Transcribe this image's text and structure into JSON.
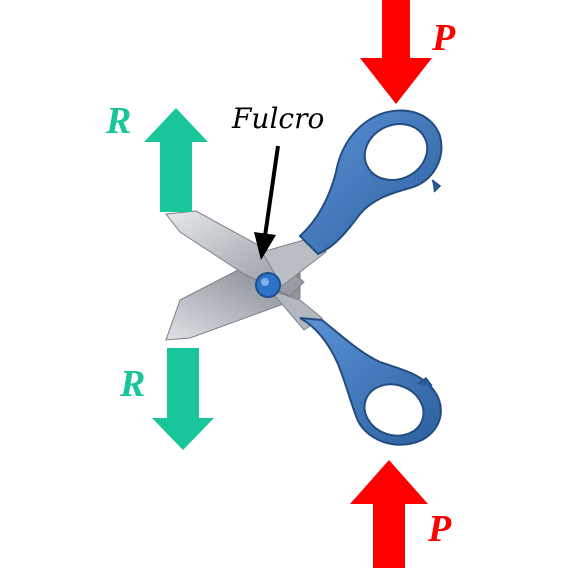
{
  "labels": {
    "effort_top": "P",
    "effort_bottom": "P",
    "resistance_top": "R",
    "resistance_bottom": "R",
    "fulcrum": "Fulcro"
  },
  "colors": {
    "effort_arrow": "#ff0000",
    "resistance_arrow": "#19c59a",
    "fulcrum_arrow": "#000000",
    "handle_blue": "#3d78bf",
    "handle_blue_dark": "#2a5c99",
    "blade_steel": "#c9ccd1",
    "pivot_blue": "#2f73c9"
  },
  "icons": {
    "scissors": "scissors-icon"
  }
}
